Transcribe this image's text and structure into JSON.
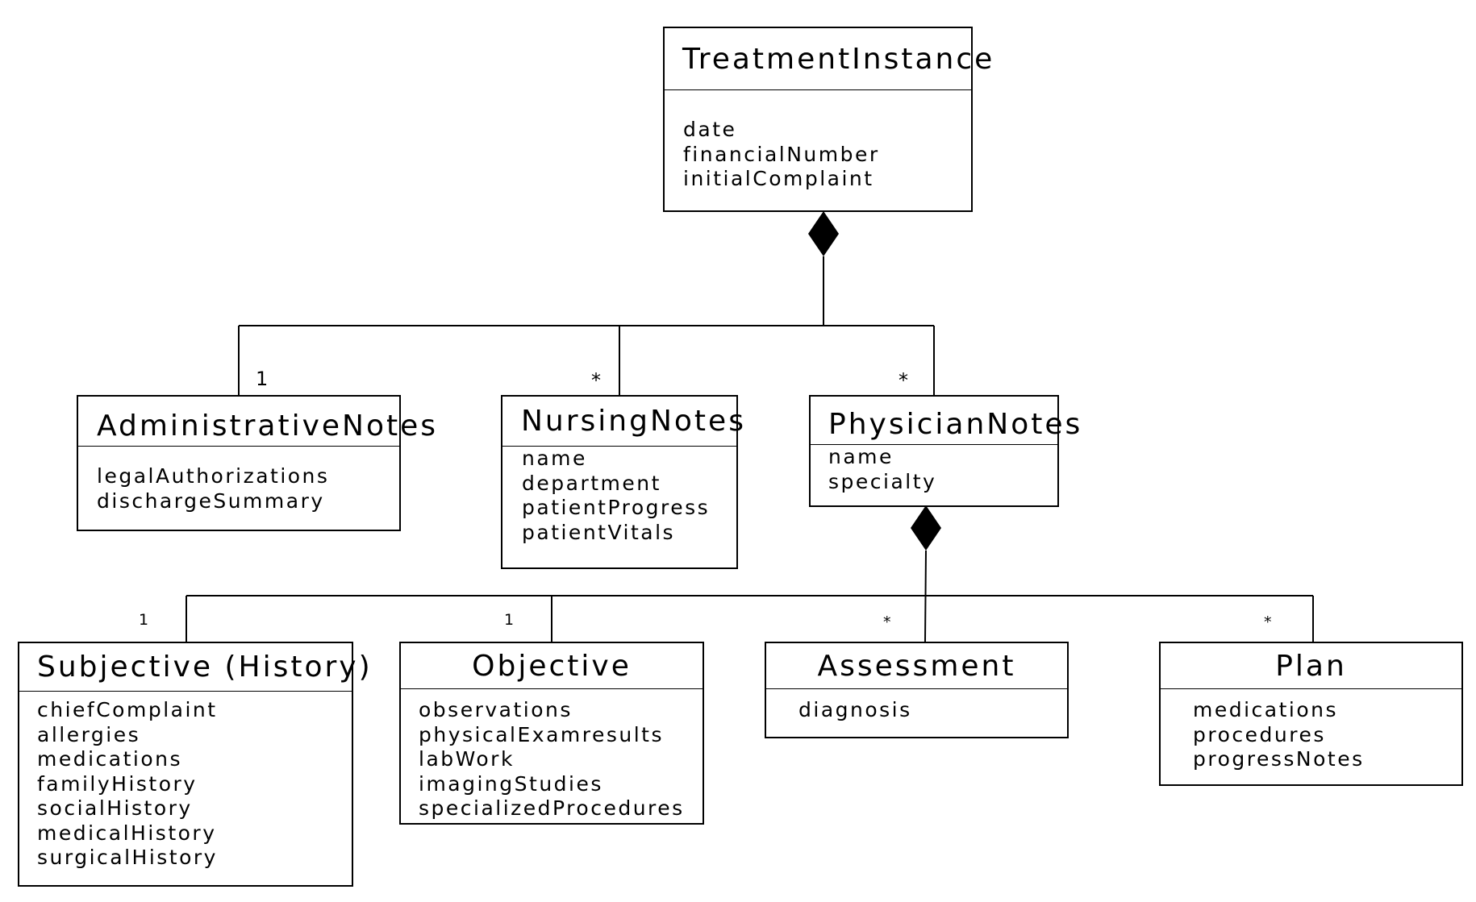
{
  "classes": {
    "treatment_instance": {
      "name": "TreatmentInstance",
      "attributes": [
        "date",
        "financialNumber",
        "initialComplaint"
      ]
    },
    "administrative_notes": {
      "name": "AdministrativeNotes",
      "attributes": [
        "legalAuthorizations",
        "dischargeSummary"
      ]
    },
    "nursing_notes": {
      "name": "NursingNotes",
      "attributes": [
        "name",
        "department",
        "patientProgress",
        "patientVitals"
      ]
    },
    "physician_notes": {
      "name": "PhysicianNotes",
      "attributes": [
        "name",
        "specialty"
      ]
    },
    "subjective": {
      "name": "Subjective (History)",
      "attributes": [
        "chiefComplaint",
        "allergies",
        "medications",
        "familyHistory",
        "socialHistory",
        "medicalHistory",
        "surgicalHistory"
      ]
    },
    "objective": {
      "name": "Objective",
      "attributes": [
        "observations",
        "physicalExamresults",
        "labWork",
        "imagingStudies",
        "specializedProcedures"
      ]
    },
    "assessment": {
      "name": "Assessment",
      "attributes": [
        "diagnosis"
      ]
    },
    "plan": {
      "name": "Plan",
      "attributes": [
        "medications",
        "procedures",
        "progressNotes"
      ]
    }
  },
  "multiplicities": {
    "administrative": "1",
    "nursing": "*",
    "physician": "*",
    "subjective": "1",
    "objective": "1",
    "assessment": "*",
    "plan": "*"
  }
}
